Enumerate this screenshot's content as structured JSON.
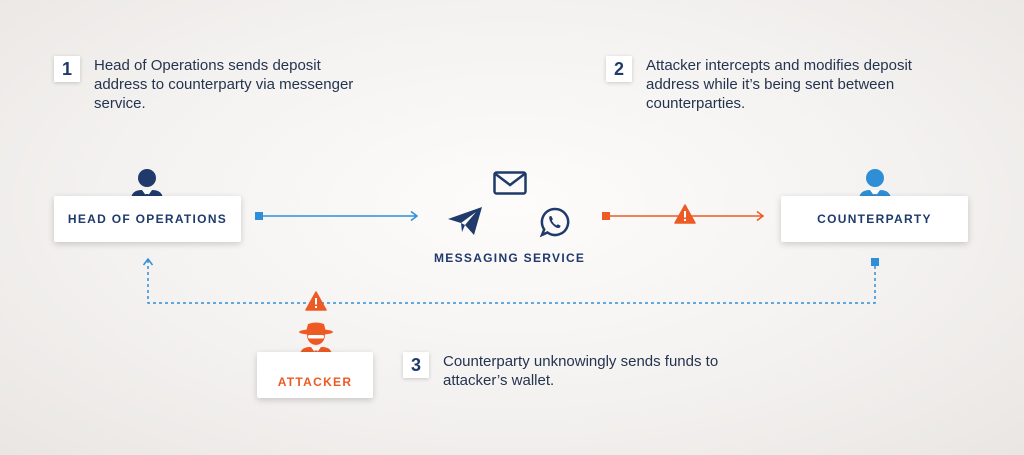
{
  "steps": [
    {
      "number": "1",
      "text": "Head of Operations sends deposit address to counterparty via messenger service."
    },
    {
      "number": "2",
      "text": "Attacker intercepts and modifies deposit address while it’s being sent between counterparties."
    },
    {
      "number": "3",
      "text": "Counterparty unknowingly sends funds to attacker’s wallet."
    }
  ],
  "nodes": {
    "head_of_operations": "HEAD OF OPERATIONS",
    "messaging_service": "MESSAGING SERVICE",
    "counterparty": "COUNTERPARTY",
    "attacker": "ATTACKER"
  },
  "icons": {
    "head_of_operations": "user-icon",
    "counterparty": "user-icon",
    "attacker": "spy-icon",
    "messaging": [
      "envelope-icon",
      "paper-plane-icon",
      "whatsapp-icon"
    ],
    "warnings": "warning-triangle-icon"
  },
  "colors": {
    "navy": "#1f3a6b",
    "blue": "#2f8fd6",
    "orange": "#ee5a24",
    "text": "#24344f"
  }
}
